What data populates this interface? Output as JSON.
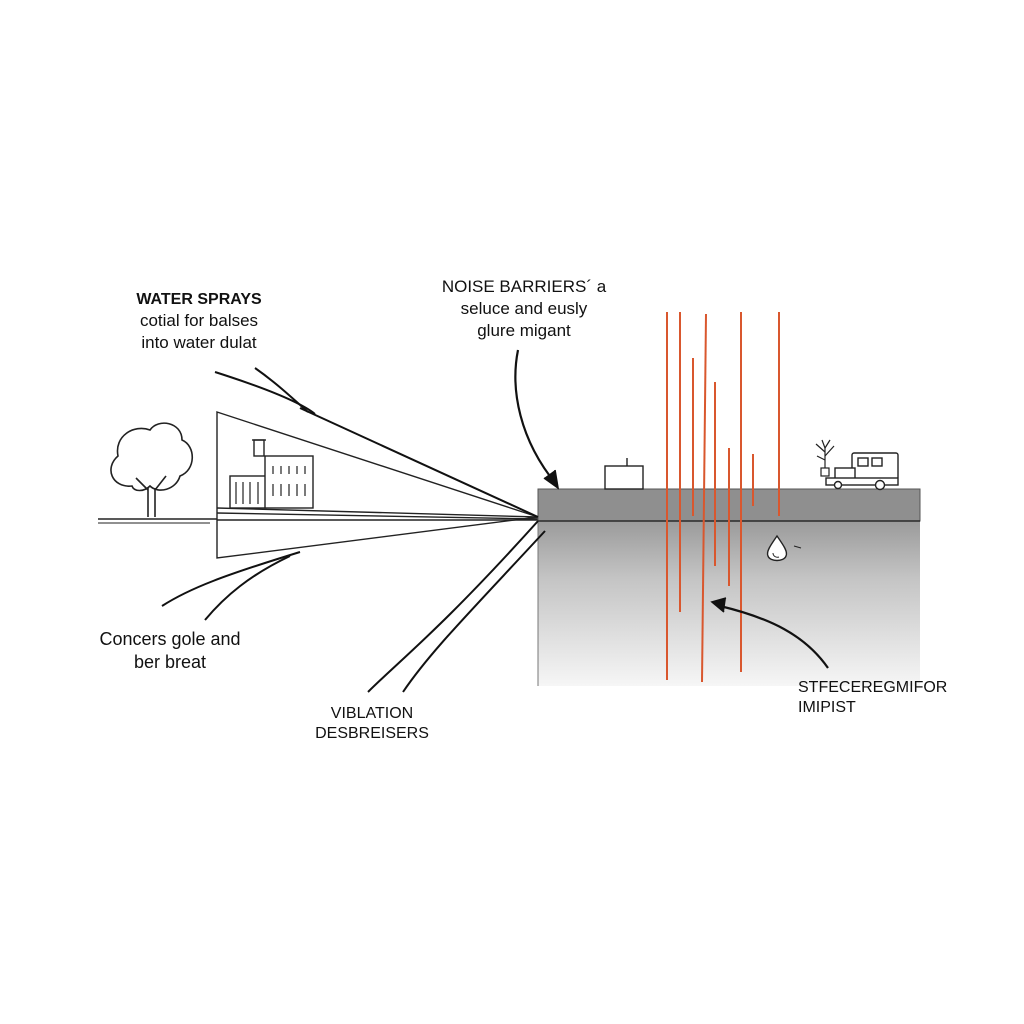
{
  "labels": {
    "water_sprays": {
      "lines": [
        "WATER SPRAYS",
        "cotial for balses",
        "into water dulat"
      ]
    },
    "noise_barriers": {
      "lines": [
        "NOISE BARRIERS´ a",
        "seluce and eusly",
        "glure migant"
      ]
    },
    "concers": {
      "lines": [
        "Concers gole and",
        "ber breat"
      ]
    },
    "vibration": {
      "lines": [
        "VIBLATION",
        "DESBREISERS"
      ]
    },
    "stfece": {
      "lines": [
        "STFECEREGMIFOR",
        "IMIPIST"
      ]
    }
  },
  "colors": {
    "ink": "#111111",
    "ground_top": "#8f8f8f",
    "ground_bottom": "#f3f3f3",
    "barrier_red": "#d9572e"
  }
}
